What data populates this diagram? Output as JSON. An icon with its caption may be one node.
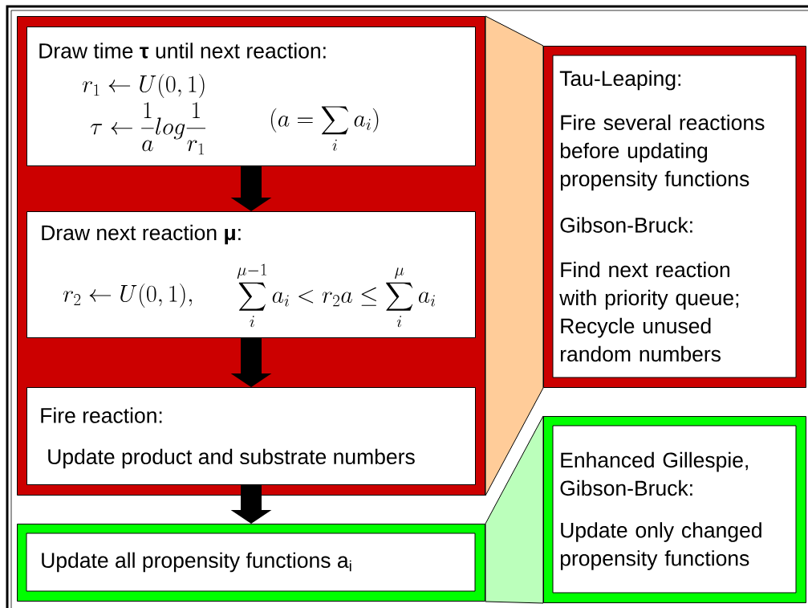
{
  "diagram": {
    "nodes": [
      {
        "text": [],
        "shape": "box"
      },
      {
        "text": [
          "Draw time **τ** until next reaction:",
          "r_1 \\leftarrow U(0,1)",
          "\\tau \\leftarrow \\frac{1}{a}log\\frac{1}{r_1}",
          "(a = \\sum_i a_i)"
        ],
        "in": 0
      },
      {
        "text": [
          "Draw next reaction **μ**:",
          "r_2 \\leftarrow U(0,1),",
          "\\sum_i^{\\mu-1} a_i < r_2 a \\le \\sum_i^{\\mu} a_i"
        ],
        "in": 0
      },
      {
        "text": [
          "Fire reaction:",
          "Update product and substrate numbers"
        ],
        "in": 0
      },
      {
        "text": [
          "Update all propensity functions a$_{i}$"
        ]
      },
      {
        "text": [
          "Tau-Leaping:",
          "Fire several reactions before updating propensity functions",
          "Gibson-Bruck:",
          "Find next reaction with priority queue; Recycle unused random numbers"
        ]
      },
      {
        "text": [
          "Enhanced Gillespie, Gibson-Bruck:",
          "Update only changed propensity functions"
        ]
      }
    ],
    "edges": [
      {
        "from": 1,
        "to": 2,
        "arrow": "to"
      },
      {
        "from": 2,
        "to": 3,
        "arrow": "to"
      },
      {
        "from": 3,
        "to": 4,
        "arrow": "to"
      },
      {
        "from": 0,
        "to": 5,
        "arrow": "none",
        "color": "#ffcc99"
      },
      {
        "from": 4,
        "to": 6,
        "arrow": "none",
        "color": "#bbffbb"
      }
    ]
  }
}
